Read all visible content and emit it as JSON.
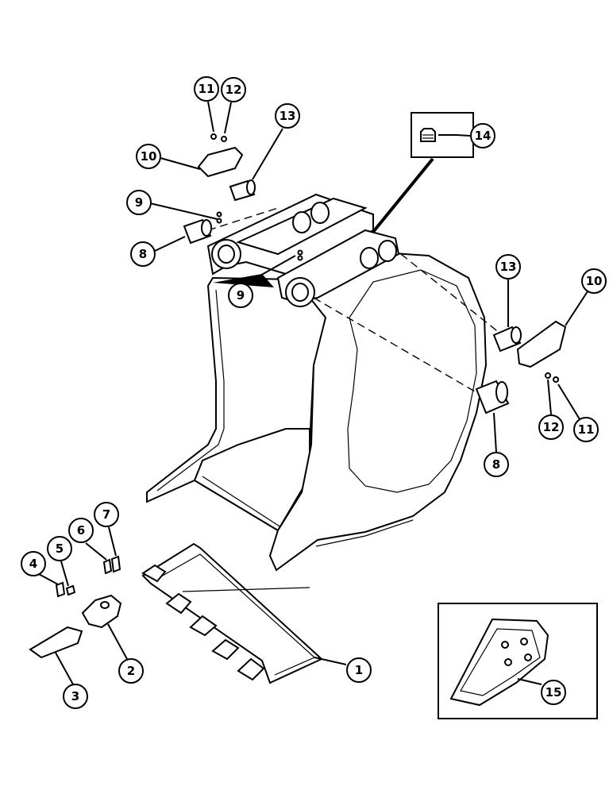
{
  "callouts": [
    {
      "id": "c11a",
      "label": "11"
    },
    {
      "id": "c12a",
      "label": "12"
    },
    {
      "id": "c13a",
      "label": "13"
    },
    {
      "id": "c10a",
      "label": "10"
    },
    {
      "id": "c9a",
      "label": "9"
    },
    {
      "id": "c8a",
      "label": "8"
    },
    {
      "id": "c9b",
      "label": "9"
    },
    {
      "id": "c14",
      "label": "14"
    },
    {
      "id": "c13b",
      "label": "13"
    },
    {
      "id": "c10b",
      "label": "10"
    },
    {
      "id": "c12b",
      "label": "12"
    },
    {
      "id": "c11b",
      "label": "11"
    },
    {
      "id": "c8b",
      "label": "8"
    },
    {
      "id": "c7",
      "label": "7"
    },
    {
      "id": "c6",
      "label": "6"
    },
    {
      "id": "c5",
      "label": "5"
    },
    {
      "id": "c4",
      "label": "4"
    },
    {
      "id": "c2",
      "label": "2"
    },
    {
      "id": "c3",
      "label": "3"
    },
    {
      "id": "c1",
      "label": "1"
    },
    {
      "id": "c15",
      "label": "15"
    }
  ]
}
